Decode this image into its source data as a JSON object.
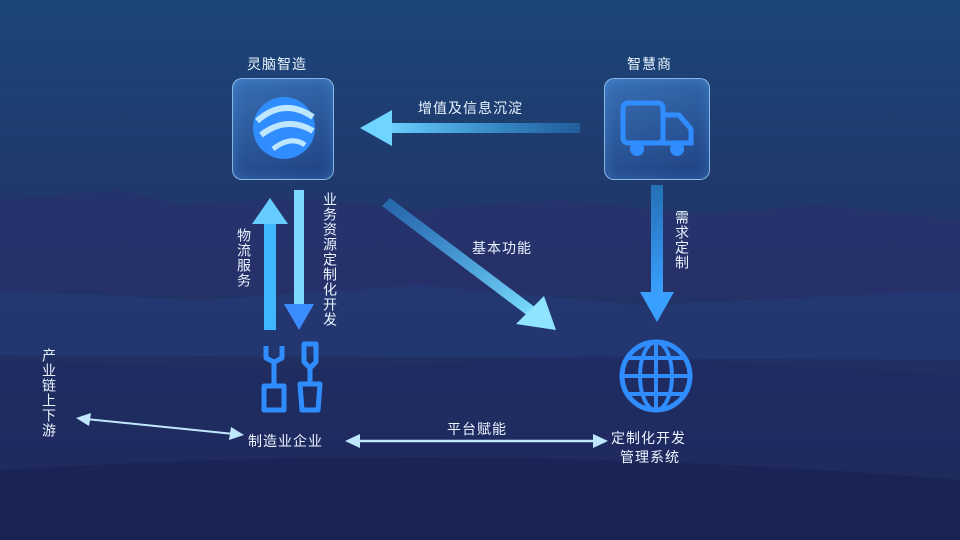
{
  "nodes": {
    "top_left": "灵脑智造",
    "top_right": "智慧商",
    "bottom_left": "制造业企业",
    "bottom_right_line1": "定制化开发",
    "bottom_right_line2": "管理系统",
    "left_edge": "产业链上下游"
  },
  "edges": {
    "top_arrow": "增值及信息沉淀",
    "diagonal_arrow": "基本功能",
    "right_vertical": "需求定制",
    "left_up": "物流服务",
    "left_down": "业务资源定制化开发",
    "bottom_arrow": "平台赋能"
  },
  "colors": {
    "background": "#1d3c6e",
    "arrow": "#33b8ff",
    "arrow_light": "#9fe0ff",
    "icon": "#2f8dff"
  },
  "icons": {
    "top_left": "brand-logo-icon",
    "top_right": "truck-icon",
    "bottom_left": "tools-icon",
    "bottom_right": "globe-icon"
  }
}
